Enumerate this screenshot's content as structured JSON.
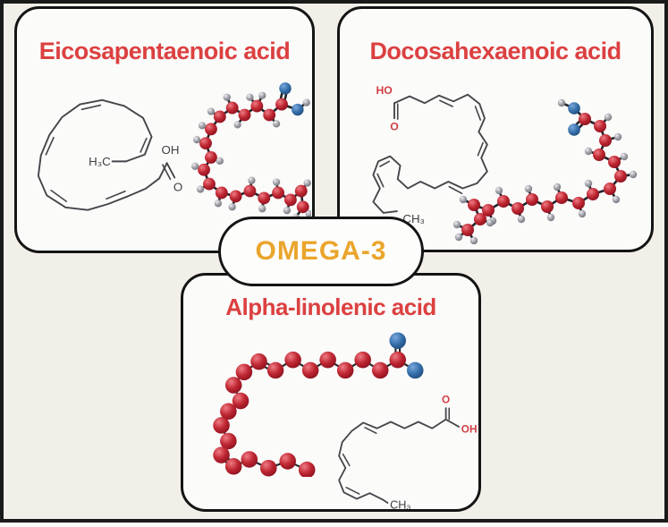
{
  "figure": {
    "center_label": "OMEGA-3"
  },
  "panels": {
    "epa": {
      "title": "Eicosapentaenoic acid",
      "labels": {
        "methyl": "H₃C",
        "hydroxyl": "OH",
        "carbonyl_o": "O"
      }
    },
    "dha": {
      "title": "Docosahexaenoic acid",
      "labels": {
        "hydroxyl": "HO",
        "carbonyl_o": "O",
        "methyl": "CH₃"
      }
    },
    "ala": {
      "title": "Alpha-linolenic acid",
      "labels": {
        "carbonyl_o": "O",
        "hydroxyl": "OH",
        "methyl": "CH₃"
      }
    }
  },
  "colors": {
    "title_red": "#dc4040",
    "omega_gold": "#eaa52c",
    "border_black": "#1a1a1a",
    "panel_bg": "#fbfbfa",
    "canvas_bg": "#f2efe9",
    "carbon_red": "#b02230",
    "oxygen_blue": "#2e6ba8",
    "hydrogen_gray": "#8f8f97"
  },
  "molecules": {
    "epa_ball": {
      "bond_w": 2.7,
      "radii": {
        "C": 7,
        "O": 6.8,
        "H": 4.2
      },
      "atoms": [
        [
          118,
          14,
          "O"
        ],
        [
          132,
          38,
          "O"
        ],
        [
          142,
          30,
          "H"
        ],
        [
          114,
          32,
          "C"
        ],
        [
          100,
          44,
          "C"
        ],
        [
          108,
          54,
          "H"
        ],
        [
          86,
          34,
          "C"
        ],
        [
          92,
          22,
          "H"
        ],
        [
          78,
          24,
          "H"
        ],
        [
          72,
          44,
          "C"
        ],
        [
          64,
          55,
          "H"
        ],
        [
          58,
          36,
          "C"
        ],
        [
          52,
          24,
          "H"
        ],
        [
          44,
          46,
          "C"
        ],
        [
          34,
          40,
          "H"
        ],
        [
          34,
          60,
          "C"
        ],
        [
          24,
          56,
          "H"
        ],
        [
          28,
          76,
          "C"
        ],
        [
          18,
          72,
          "H"
        ],
        [
          34,
          92,
          "C"
        ],
        [
          44,
          96,
          "H"
        ],
        [
          26,
          106,
          "C"
        ],
        [
          16,
          102,
          "H"
        ],
        [
          32,
          122,
          "C"
        ],
        [
          22,
          128,
          "H"
        ],
        [
          46,
          132,
          "C"
        ],
        [
          42,
          144,
          "H"
        ],
        [
          62,
          136,
          "C"
        ],
        [
          58,
          148,
          "H"
        ],
        [
          78,
          130,
          "C"
        ],
        [
          80,
          118,
          "H"
        ],
        [
          94,
          138,
          "C"
        ],
        [
          92,
          150,
          "H"
        ],
        [
          110,
          132,
          "C"
        ],
        [
          108,
          120,
          "H"
        ],
        [
          124,
          140,
          "C"
        ],
        [
          120,
          152,
          "H"
        ],
        [
          136,
          130,
          "C"
        ],
        [
          143,
          121,
          "H"
        ],
        [
          138,
          148,
          "C"
        ],
        [
          145,
          156,
          "H"
        ],
        [
          130,
          160,
          "H"
        ]
      ],
      "bonds": [
        [
          3,
          0,
          "d"
        ],
        [
          3,
          1
        ],
        [
          1,
          2
        ],
        [
          3,
          4
        ],
        [
          4,
          5
        ],
        [
          4,
          6
        ],
        [
          6,
          7
        ],
        [
          6,
          8
        ],
        [
          6,
          9
        ],
        [
          9,
          10
        ],
        [
          9,
          11
        ],
        [
          11,
          12
        ],
        [
          11,
          13
        ],
        [
          13,
          14
        ],
        [
          13,
          15
        ],
        [
          15,
          16
        ],
        [
          15,
          17
        ],
        [
          17,
          18
        ],
        [
          17,
          19
        ],
        [
          19,
          20
        ],
        [
          19,
          21
        ],
        [
          21,
          22
        ],
        [
          21,
          23
        ],
        [
          23,
          24
        ],
        [
          23,
          25
        ],
        [
          25,
          26
        ],
        [
          25,
          27
        ],
        [
          27,
          28
        ],
        [
          27,
          29
        ],
        [
          29,
          30
        ],
        [
          29,
          31
        ],
        [
          31,
          32
        ],
        [
          31,
          33
        ],
        [
          33,
          34
        ],
        [
          33,
          35
        ],
        [
          35,
          36
        ],
        [
          35,
          37
        ],
        [
          37,
          38
        ],
        [
          37,
          39
        ],
        [
          39,
          40
        ],
        [
          39,
          41
        ]
      ]
    },
    "dha_ball": {
      "bond_w": 2.7,
      "radii": {
        "C": 7,
        "O": 6.8,
        "H": 4.2
      },
      "atoms": [
        [
          124,
          14,
          "H"
        ],
        [
          138,
          20,
          "O"
        ],
        [
          150,
          32,
          "C"
        ],
        [
          138,
          44,
          "O"
        ],
        [
          167,
          40,
          "C"
        ],
        [
          176,
          30,
          "H"
        ],
        [
          173,
          56,
          "C"
        ],
        [
          187,
          52,
          "H"
        ],
        [
          166,
          72,
          "C"
        ],
        [
          154,
          68,
          "H"
        ],
        [
          183,
          80,
          "C"
        ],
        [
          194,
          74,
          "H"
        ],
        [
          190,
          96,
          "C"
        ],
        [
          204,
          94,
          "H"
        ],
        [
          178,
          110,
          "C"
        ],
        [
          185,
          122,
          "H"
        ],
        [
          159,
          116,
          "C"
        ],
        [
          154,
          104,
          "H"
        ],
        [
          143,
          126,
          "C"
        ],
        [
          147,
          138,
          "H"
        ],
        [
          124,
          120,
          "C"
        ],
        [
          119,
          108,
          "H"
        ],
        [
          108,
          130,
          "C"
        ],
        [
          112,
          142,
          "H"
        ],
        [
          91,
          122,
          "C"
        ],
        [
          87,
          110,
          "H"
        ],
        [
          75,
          132,
          "C"
        ],
        [
          79,
          144,
          "H"
        ],
        [
          59,
          124,
          "C"
        ],
        [
          54,
          112,
          "H"
        ],
        [
          42,
          134,
          "C"
        ],
        [
          47,
          146,
          "H"
        ],
        [
          26,
          128,
          "C"
        ],
        [
          14,
          122,
          "H"
        ],
        [
          33,
          144,
          "C"
        ],
        [
          44,
          148,
          "H"
        ],
        [
          19,
          156,
          "C"
        ],
        [
          7,
          150,
          "H"
        ],
        [
          26,
          168,
          "H"
        ],
        [
          9,
          164,
          "H"
        ]
      ],
      "bonds": [
        [
          1,
          0
        ],
        [
          2,
          1
        ],
        [
          2,
          3,
          "d"
        ],
        [
          2,
          4
        ],
        [
          4,
          5
        ],
        [
          4,
          6
        ],
        [
          6,
          7
        ],
        [
          6,
          8
        ],
        [
          8,
          9
        ],
        [
          8,
          10
        ],
        [
          10,
          11
        ],
        [
          10,
          12
        ],
        [
          12,
          13
        ],
        [
          12,
          14
        ],
        [
          14,
          15
        ],
        [
          14,
          16
        ],
        [
          16,
          17
        ],
        [
          16,
          18
        ],
        [
          18,
          19
        ],
        [
          18,
          20
        ],
        [
          20,
          21
        ],
        [
          20,
          22
        ],
        [
          22,
          23
        ],
        [
          22,
          24
        ],
        [
          24,
          25
        ],
        [
          24,
          26
        ],
        [
          26,
          27
        ],
        [
          26,
          28
        ],
        [
          28,
          29
        ],
        [
          28,
          30
        ],
        [
          30,
          31
        ],
        [
          30,
          32
        ],
        [
          32,
          33
        ],
        [
          32,
          34
        ],
        [
          34,
          35
        ],
        [
          34,
          36
        ],
        [
          36,
          37
        ],
        [
          36,
          38
        ],
        [
          36,
          39
        ]
      ]
    },
    "ala_ball": {
      "bond_w": 2.2,
      "radii": {
        "C": 9.5,
        "O": 9.5,
        "H": 4.5
      },
      "atoms": [
        [
          220,
          12,
          "O"
        ],
        [
          240,
          46,
          "O"
        ],
        [
          220,
          34,
          "C"
        ],
        [
          200,
          46,
          "C"
        ],
        [
          180,
          34,
          "C"
        ],
        [
          160,
          46,
          "C"
        ],
        [
          140,
          34,
          "C"
        ],
        [
          120,
          46,
          "C"
        ],
        [
          100,
          34,
          "C"
        ],
        [
          80,
          46,
          "C"
        ],
        [
          61,
          36,
          "C"
        ],
        [
          44,
          48,
          "C"
        ],
        [
          32,
          63,
          "C"
        ],
        [
          40,
          81,
          "C"
        ],
        [
          26,
          93,
          "C"
        ],
        [
          18,
          109,
          "C"
        ],
        [
          26,
          127,
          "C"
        ],
        [
          18,
          143,
          "C"
        ],
        [
          32,
          156,
          "C"
        ],
        [
          50,
          148,
          "C"
        ],
        [
          72,
          158,
          "C"
        ],
        [
          94,
          150,
          "C"
        ],
        [
          116,
          160,
          "C"
        ]
      ],
      "bonds": [
        [
          2,
          0,
          "d"
        ],
        [
          2,
          1
        ],
        [
          2,
          3
        ],
        [
          3,
          4
        ],
        [
          4,
          5
        ],
        [
          5,
          6
        ],
        [
          6,
          7
        ],
        [
          7,
          8
        ],
        [
          8,
          9
        ],
        [
          9,
          10,
          "d"
        ],
        [
          10,
          11
        ],
        [
          11,
          12
        ],
        [
          12,
          13
        ],
        [
          13,
          14
        ],
        [
          14,
          15,
          "d"
        ],
        [
          15,
          16
        ],
        [
          16,
          17
        ],
        [
          17,
          18,
          "d"
        ],
        [
          18,
          19
        ],
        [
          19,
          20
        ],
        [
          20,
          21
        ],
        [
          21,
          22
        ]
      ]
    }
  }
}
